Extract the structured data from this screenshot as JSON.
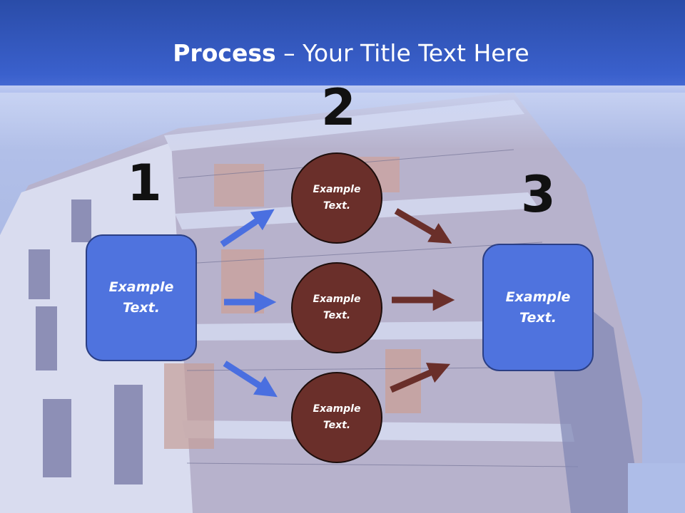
{
  "slide": {
    "title_bold": "Process",
    "title_rest": " – Your Title Text Here"
  },
  "steps": {
    "one": "1",
    "two": "2",
    "three": "3"
  },
  "left_box": {
    "label": "Example\nText."
  },
  "right_box": {
    "label": "Example\nText."
  },
  "circles": [
    {
      "label": "Example\nText."
    },
    {
      "label": "Example\nText."
    },
    {
      "label": "Example\nText."
    }
  ],
  "colors": {
    "header": "#3a60cc",
    "box_fill": "#4f73de",
    "circle_fill": "#6a2f2a",
    "blue_arrow": "#4a6fe0",
    "brown_arrow": "#6a2f2a"
  }
}
